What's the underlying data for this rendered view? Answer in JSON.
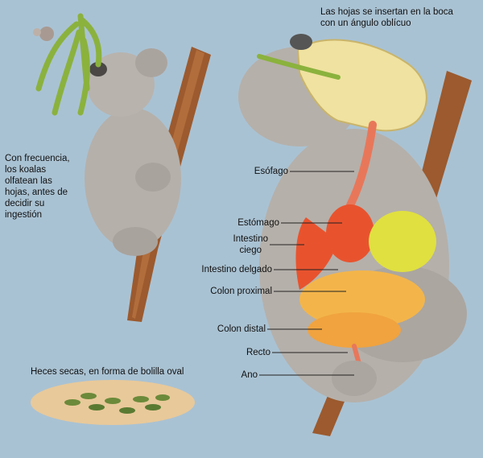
{
  "captions": {
    "leaves_insert": "Las hojas se insertan en la boca\ncon un ángulo oblícuo",
    "smell_leaves": "Con frecuencia,\nlos koalas\nolfatean las\nhojas, antes de\ndecidir su\ningestión",
    "dry_feces": "Heces secas, en forma de bolilla oval"
  },
  "labels": [
    "Esófago",
    "Estómago",
    "Intestino\nciego",
    "Intestino delgado",
    "Colon proximal",
    "Colon distal",
    "Recto",
    "Ano"
  ],
  "colors": {
    "background": "#a9c2d3",
    "fur": "#b5b0aa",
    "branch": "#9c5a2e",
    "leaf": "#8bb23d",
    "skull": "#f0e2a0",
    "stomach": "#e8532e",
    "cecum": "#e0e040",
    "colon": "#f3b54a"
  }
}
